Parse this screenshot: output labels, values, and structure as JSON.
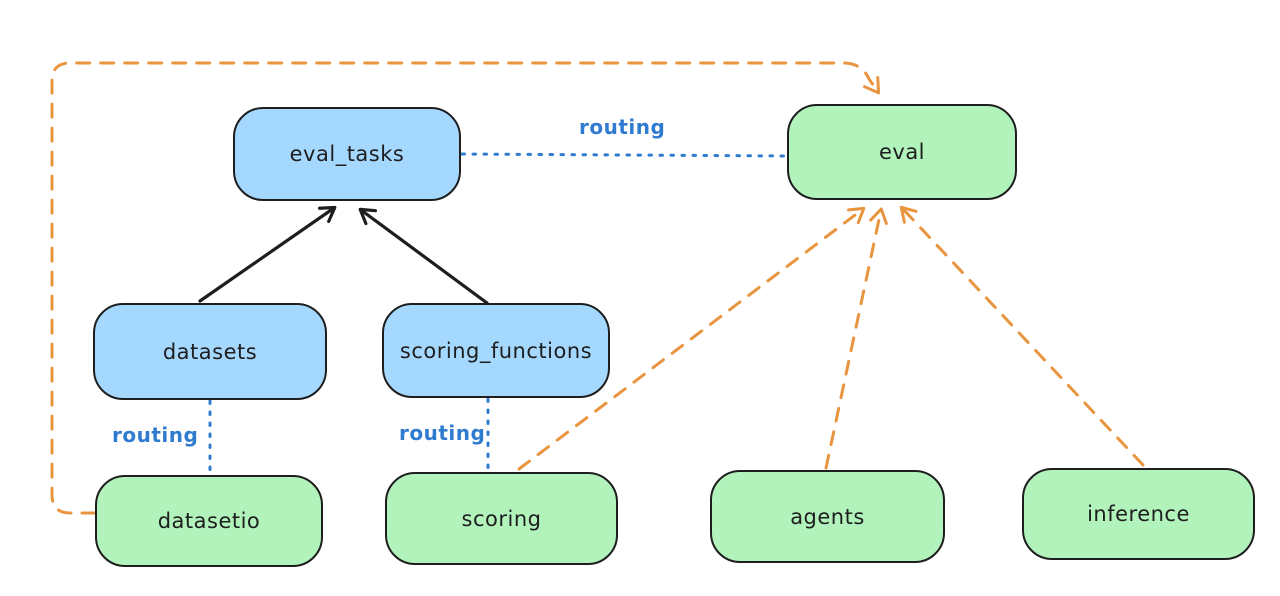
{
  "diagram": {
    "nodes": {
      "eval_tasks": {
        "label": "eval_tasks"
      },
      "eval": {
        "label": "eval"
      },
      "datasets": {
        "label": "datasets"
      },
      "scoring_functions": {
        "label": "scoring_functions"
      },
      "datasetio": {
        "label": "datasetio"
      },
      "scoring": {
        "label": "scoring"
      },
      "agents": {
        "label": "agents"
      },
      "inference": {
        "label": "inference"
      }
    },
    "edge_labels": {
      "routing_eval_tasks_to_eval": "routing",
      "routing_datasets_to_datasetio": "routing",
      "routing_scoring_functions_to_scoring": "routing"
    },
    "colors": {
      "api_fill": "#a5d8ff",
      "provider_fill": "#b2f2bb",
      "stroke": "#1e1e1e",
      "routing_blue": "#2f7bd0",
      "provider_orange": "#e9943f",
      "background": "#ffffff"
    }
  }
}
